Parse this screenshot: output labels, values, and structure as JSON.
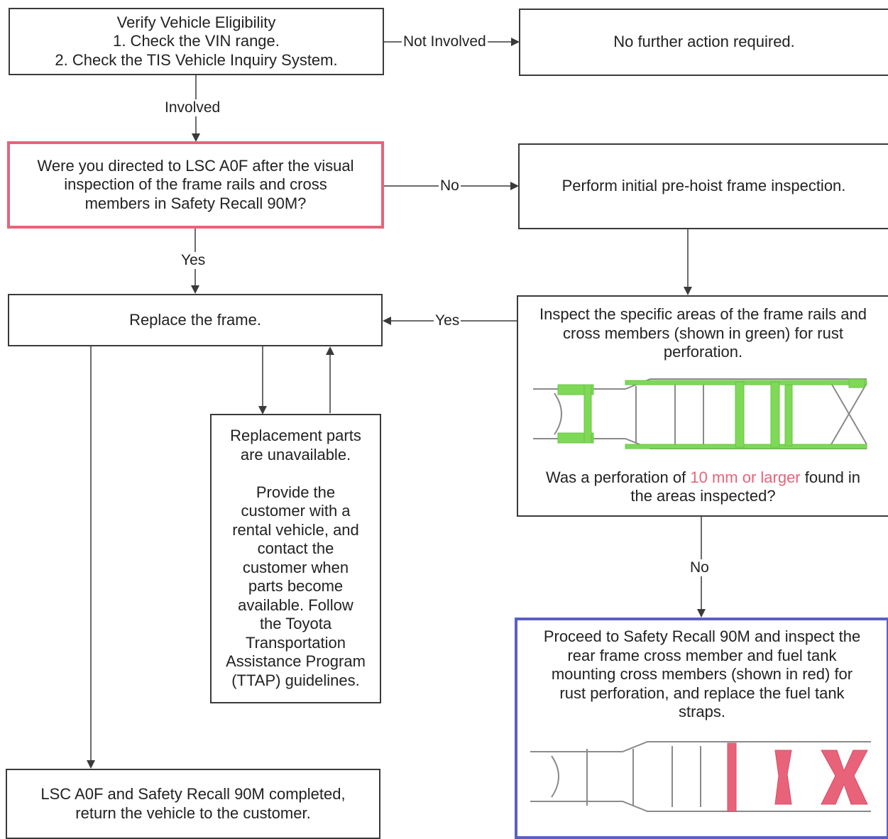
{
  "nodes": {
    "verify": {
      "lines": [
        "Verify Vehicle Eligibility",
        "1. Check the VIN range.",
        "2. Check the TIS Vehicle Inquiry System."
      ]
    },
    "no_action": {
      "text": "No further action required."
    },
    "directed": {
      "lines": [
        "Were you directed to LSC A0F after the visual",
        "inspection of the frame rails and cross",
        "members in Safety Recall 90M?"
      ]
    },
    "pre_hoist": {
      "text": "Perform initial pre-hoist frame inspection."
    },
    "replace": {
      "text": "Replace the frame."
    },
    "inspect": {
      "lines": [
        "Inspect the specific areas of the frame rails and",
        "cross members (shown in green) for rust",
        "perforation."
      ],
      "question_prefix": "Was a perforation of ",
      "question_highlight": "10 mm or larger",
      "question_suffix": " found in",
      "question_line2": "the areas inspected?",
      "highlight_color": "#e8637a",
      "frame_color": "#7ed957"
    },
    "unavailable": {
      "lines": [
        "Replacement parts",
        "are unavailable.",
        "",
        "Provide the",
        "customer with a",
        "rental vehicle, and",
        "contact the",
        "customer when",
        "parts become",
        "available.  Follow",
        "the Toyota",
        "Transportation",
        "Assistance Program",
        "(TTAP) guidelines."
      ]
    },
    "proceed": {
      "lines": [
        "Proceed to Safety Recall 90M and inspect the",
        "rear frame cross member and fuel tank",
        "mounting cross members (shown in red) for",
        "rust perforation, and replace the fuel tank",
        "straps."
      ],
      "frame_color": "#e8637a"
    },
    "completed": {
      "lines": [
        "LSC A0F and Safety Recall 90M completed,",
        "return the vehicle to the customer."
      ]
    }
  },
  "edge_labels": {
    "not_involved": "Not Involved",
    "involved": "Involved",
    "no_1": "No",
    "yes_1": "Yes",
    "yes_2": "Yes",
    "no_2": "No"
  },
  "colors": {
    "red_border": "#e8637a",
    "blue_border": "#5b5fc4",
    "line": "#3a3a3a"
  }
}
